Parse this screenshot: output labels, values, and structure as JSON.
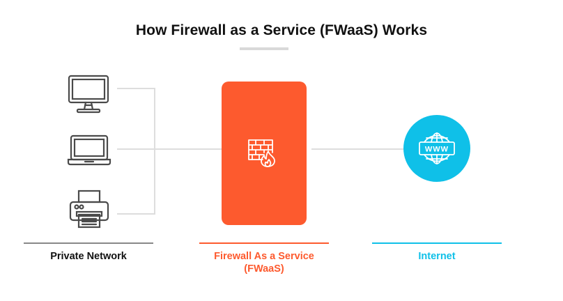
{
  "title": "How Firewall as a Service (FWaaS) Works",
  "colors": {
    "firewall": "#fd5a2e",
    "internet": "#0fc0e8",
    "private": "#888888",
    "connector": "#dddddd",
    "icon_stroke": "#4a4a4a"
  },
  "devices": [
    {
      "icon": "desktop-monitor-icon"
    },
    {
      "icon": "laptop-icon"
    },
    {
      "icon": "printer-icon"
    }
  ],
  "firewall": {
    "icon": "brick-wall-fire-icon"
  },
  "internet": {
    "icon": "globe-www-icon",
    "icon_text": "WWW"
  },
  "columns": [
    {
      "label": "Private Network",
      "color": "#111111",
      "bar_color": "#888888"
    },
    {
      "label": "Firewall As a Service\n(FWaaS)",
      "line1": "Firewall As a Service",
      "line2": "(FWaaS)",
      "color": "#fd5a2e",
      "bar_color": "#fd5a2e"
    },
    {
      "label": "Internet",
      "color": "#0fc0e8",
      "bar_color": "#0fc0e8"
    }
  ]
}
